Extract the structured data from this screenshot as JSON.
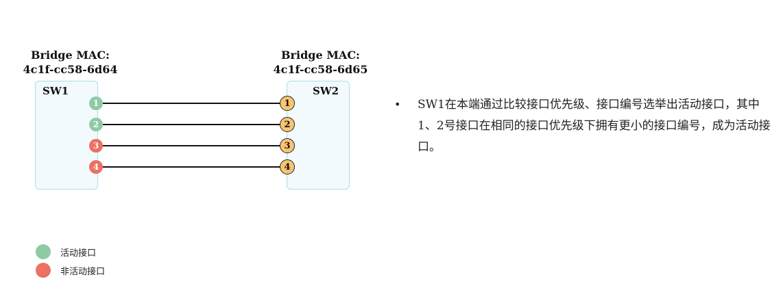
{
  "sw1": {
    "mac_title": "Bridge MAC:",
    "mac_value": "4c1f-cc58-6d64",
    "name": "SW1",
    "ports": [
      {
        "label": "1",
        "status": "active"
      },
      {
        "label": "2",
        "status": "active"
      },
      {
        "label": "3",
        "status": "inactive"
      },
      {
        "label": "4",
        "status": "inactive"
      }
    ]
  },
  "sw2": {
    "mac_title": "Bridge MAC:",
    "mac_value": "4c1f-cc58-6d65",
    "name": "SW2",
    "ports": [
      {
        "label": "1"
      },
      {
        "label": "2"
      },
      {
        "label": "3"
      },
      {
        "label": "4"
      }
    ]
  },
  "description": {
    "bullet": "•",
    "text": "SW1在本端通过比较接口优先级、接口编号选举出活动接口，其中1、2号接口在相同的接口优先级下拥有更小的接口编号，成为活动接口。"
  },
  "legend": [
    {
      "label": "活动接口",
      "color": "#8ecba5"
    },
    {
      "label": "非活动接口",
      "color": "#ec7063"
    }
  ],
  "colors": {
    "active": "#8ecba5",
    "inactive": "#ec7063",
    "sw2_port": "#f8c471",
    "switch_fill": "#f3fafd",
    "switch_border": "#a9dde8"
  }
}
